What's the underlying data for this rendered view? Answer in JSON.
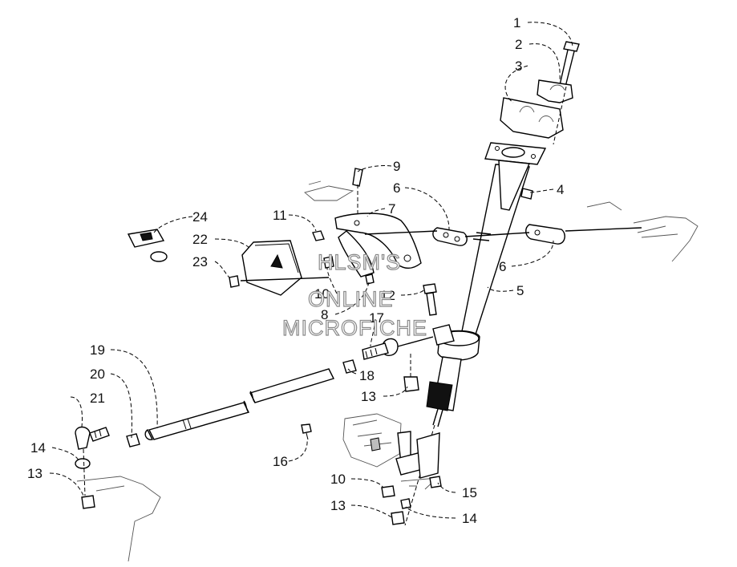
{
  "diagram": {
    "callouts": [
      "1",
      "2",
      "3",
      "4",
      "5",
      "6",
      "6",
      "7",
      "8",
      "9",
      "10",
      "10",
      "11",
      "12",
      "13",
      "13",
      "13",
      "14",
      "14",
      "15",
      "16",
      "17",
      "18",
      "19",
      "20",
      "21",
      "22",
      "23",
      "24"
    ],
    "watermark": {
      "line1": "HLSM'S",
      "line2": "ONLINE",
      "line3": "MICROFICHE"
    }
  }
}
